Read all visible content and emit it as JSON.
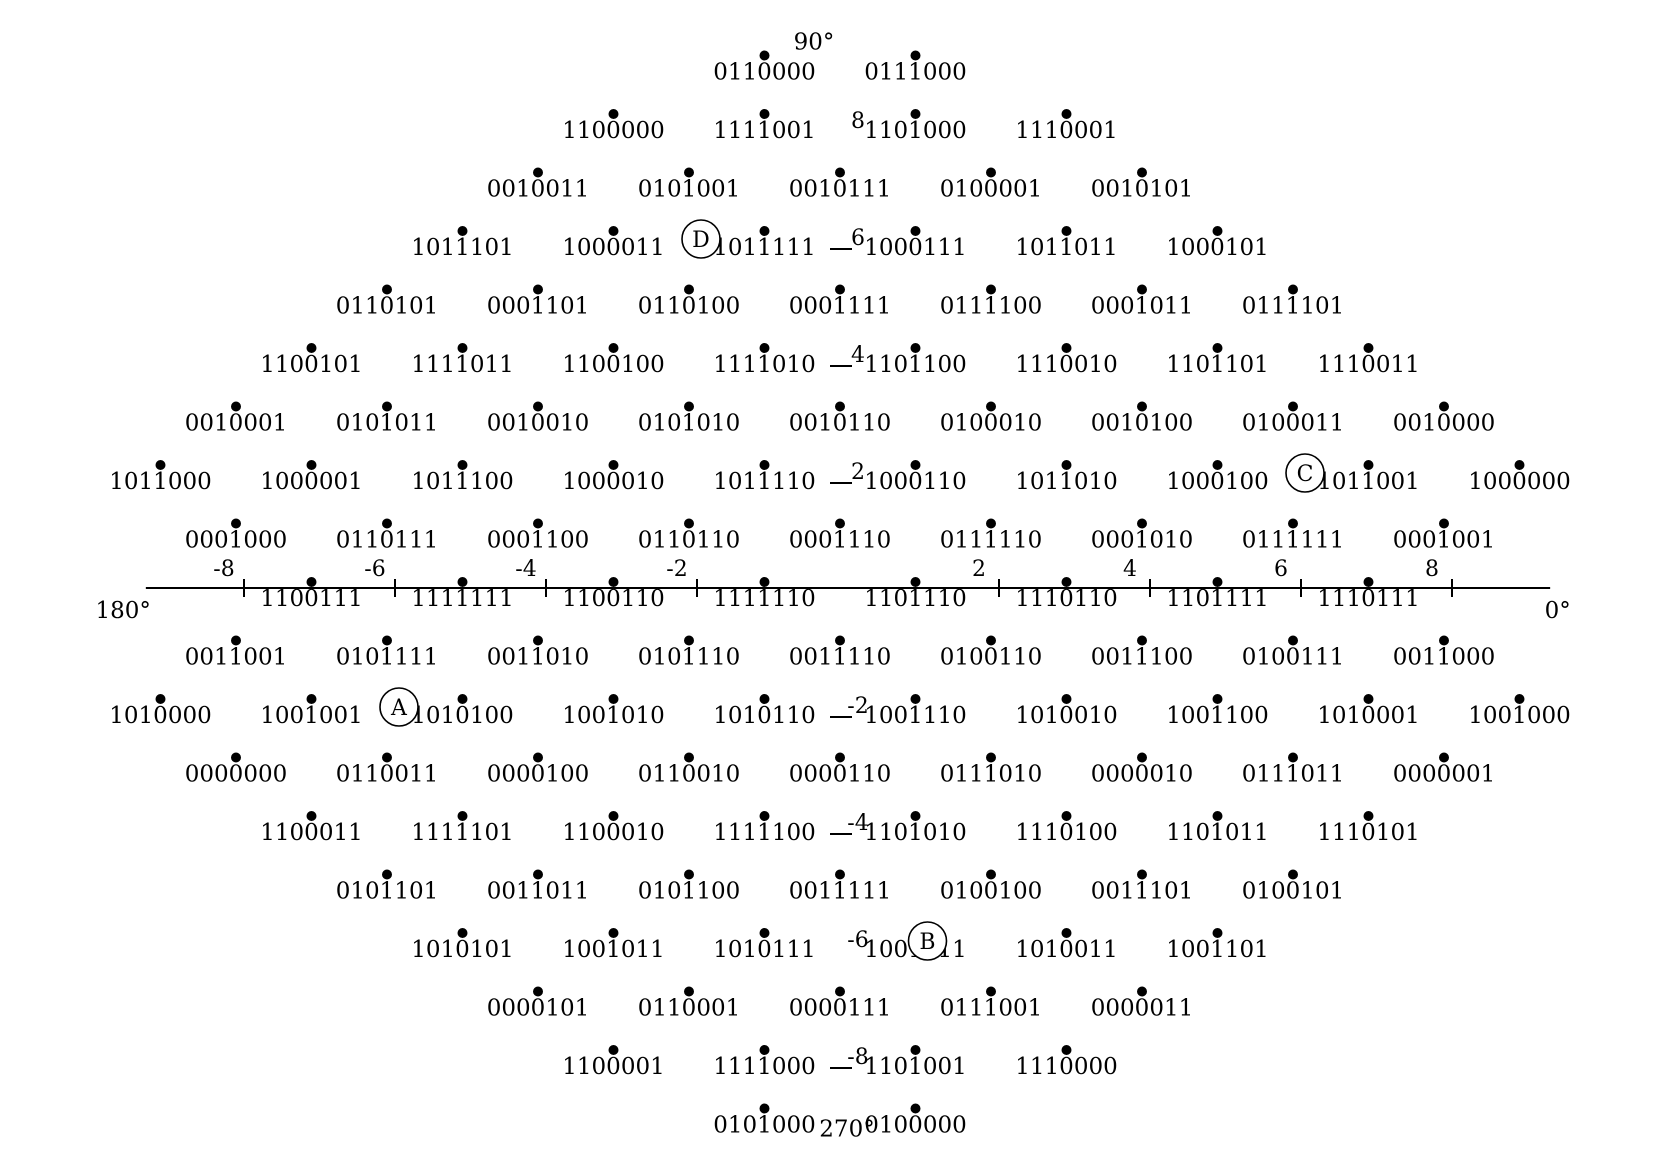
{
  "diagram": {
    "angles": {
      "top": "90°",
      "left": "180°",
      "right": "0°",
      "bottom": "270°"
    },
    "real_ticks": [
      {
        "value": -8,
        "label": "-8"
      },
      {
        "value": -6,
        "label": "-6"
      },
      {
        "value": -4,
        "label": "-4"
      },
      {
        "value": -2,
        "label": "-2"
      },
      {
        "value": 2,
        "label": "2"
      },
      {
        "value": 4,
        "label": "4"
      },
      {
        "value": 6,
        "label": "6"
      },
      {
        "value": 8,
        "label": "8"
      }
    ],
    "imag_ticks": [
      {
        "value": 8,
        "label": "8"
      },
      {
        "value": 6,
        "label": "6"
      },
      {
        "value": 4,
        "label": "4"
      },
      {
        "value": 2,
        "label": "2"
      },
      {
        "value": -2,
        "label": "-2"
      },
      {
        "value": -4,
        "label": "-4"
      },
      {
        "value": -6,
        "label": "-6"
      },
      {
        "value": -8,
        "label": "-8"
      }
    ],
    "rows": [
      {
        "y": 9,
        "labels": [
          "0110000",
          "0111000"
        ]
      },
      {
        "y": 8,
        "labels": [
          "1100000",
          "1111001",
          "1101000",
          "1110001"
        ]
      },
      {
        "y": 7,
        "labels": [
          "0010011",
          "0101001",
          "0010111",
          "0100001",
          "0010101"
        ]
      },
      {
        "y": 6,
        "labels": [
          "1011101",
          "1000011",
          "1011111",
          "1000111",
          "1011011",
          "1000101"
        ]
      },
      {
        "y": 5,
        "labels": [
          "0110101",
          "0001101",
          "0110100",
          "0001111",
          "0111100",
          "0001011",
          "0111101"
        ]
      },
      {
        "y": 4,
        "labels": [
          "1100101",
          "1111011",
          "1100100",
          "1111010",
          "1101100",
          "1110010",
          "1101101",
          "1110011"
        ]
      },
      {
        "y": 3,
        "labels": [
          "0010001",
          "0101011",
          "0010010",
          "0101010",
          "0010110",
          "0100010",
          "0010100",
          "0100011",
          "0010000"
        ]
      },
      {
        "y": 2,
        "labels": [
          "1011000",
          "1000001",
          "1011100",
          "1000010",
          "1011110",
          "1000110",
          "1011010",
          "1000100",
          "1011001",
          "1000000"
        ]
      },
      {
        "y": 1,
        "labels": [
          "0001000",
          "0110111",
          "0001100",
          "0110110",
          "0001110",
          "0111110",
          "0001010",
          "0111111",
          "0001001"
        ]
      },
      {
        "y": 0,
        "labels": [
          "1100111",
          "1111111",
          "1100110",
          "1111110",
          "1101110",
          "1110110",
          "1101111",
          "1110111"
        ]
      },
      {
        "y": -1,
        "labels": [
          "0011001",
          "0101111",
          "0011010",
          "0101110",
          "0011110",
          "0100110",
          "0011100",
          "0100111",
          "0011000"
        ]
      },
      {
        "y": -2,
        "labels": [
          "1010000",
          "1001001",
          "1010100",
          "1001010",
          "1010110",
          "1001110",
          "1010010",
          "1001100",
          "1010001",
          "1001000"
        ]
      },
      {
        "y": -3,
        "labels": [
          "0000000",
          "0110011",
          "0000100",
          "0110010",
          "0000110",
          "0111010",
          "0000010",
          "0111011",
          "0000001"
        ]
      },
      {
        "y": -4,
        "labels": [
          "1100011",
          "1111101",
          "1100010",
          "1111100",
          "1101010",
          "1110100",
          "1101011",
          "1110101"
        ]
      },
      {
        "y": -5,
        "labels": [
          "0101101",
          "0011011",
          "0101100",
          "0011111",
          "0100100",
          "0011101",
          "0100101"
        ]
      },
      {
        "y": -6,
        "labels": [
          "1010101",
          "1001011",
          "1010111",
          "1001111",
          "1010011",
          "1001101"
        ]
      },
      {
        "y": -7,
        "labels": [
          "0000101",
          "0110001",
          "0000111",
          "0111001",
          "0000011"
        ]
      },
      {
        "y": -8,
        "labels": [
          "1100001",
          "1111000",
          "1101001",
          "1110000"
        ]
      },
      {
        "y": -9,
        "labels": [
          "0101000",
          "0100000"
        ]
      }
    ],
    "markers": [
      {
        "label": "A",
        "x": -6,
        "y": -2
      },
      {
        "label": "B",
        "x": 1,
        "y": -6
      },
      {
        "label": "C",
        "x": 6,
        "y": 2
      },
      {
        "label": "D",
        "x": -2,
        "y": 6
      }
    ]
  }
}
